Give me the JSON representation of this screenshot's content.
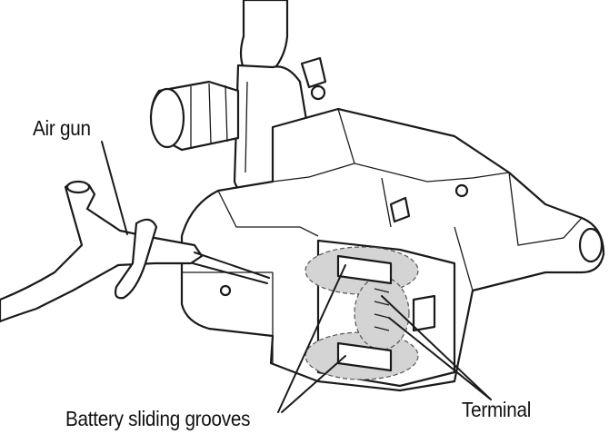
{
  "diagram": {
    "labels": {
      "air_gun": "Air gun",
      "battery_grooves": "Battery sliding grooves",
      "terminal": "Terminal"
    },
    "colors": {
      "line": "#1a1a1a",
      "highlight": "#d4d4d4",
      "background": "#ffffff"
    },
    "icons": [
      "air-gun-icon",
      "power-tool-icon"
    ]
  }
}
